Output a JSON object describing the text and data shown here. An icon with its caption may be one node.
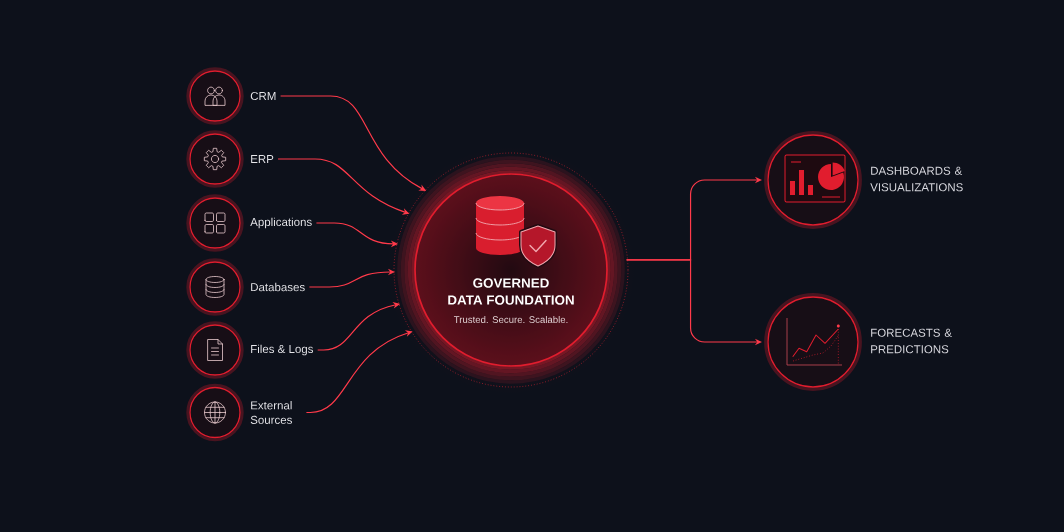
{
  "diagram": {
    "nodes": [
      {
        "text": [
          "CRM"
        ]
      },
      {
        "text": [
          "ERP"
        ]
      },
      {
        "text": [
          "Applications"
        ]
      },
      {
        "text": [
          "Databases"
        ]
      },
      {
        "text": [
          "Files & Logs"
        ]
      },
      {
        "text": [
          "External Sources"
        ]
      },
      {
        "text": [
          "GOVERNED DATA FOUNDATION",
          "Trusted. Secure. Scalable."
        ]
      },
      {
        "text": [
          "DASHBOARDS & VISUALIZATIONS"
        ]
      },
      {
        "text": [
          "FORECASTS & PREDICTIONS"
        ]
      }
    ],
    "edges": [
      {
        "from": 0,
        "to": 6,
        "arrow": "to"
      },
      {
        "from": 1,
        "to": 6,
        "arrow": "to"
      },
      {
        "from": 2,
        "to": 6,
        "arrow": "to"
      },
      {
        "from": 3,
        "to": 6,
        "arrow": "to"
      },
      {
        "from": 4,
        "to": 6,
        "arrow": "to"
      },
      {
        "from": 5,
        "to": 6,
        "arrow": "to"
      },
      {
        "from": 6,
        "to": 7,
        "arrow": "to"
      },
      {
        "from": 6,
        "to": 8,
        "arrow": "to"
      }
    ]
  }
}
